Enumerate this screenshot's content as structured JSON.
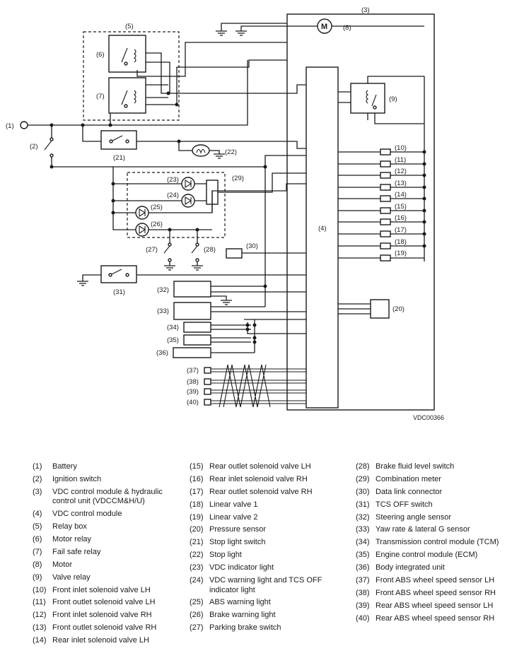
{
  "diagram": {
    "code": "VDC00366",
    "callouts": {
      "c1": "(1)",
      "c2": "(2)",
      "c3": "(3)",
      "c4": "(4)",
      "c5": "(5)",
      "c6": "(6)",
      "c7": "(7)",
      "c8": "(8)",
      "c9": "(9)",
      "c10": "(10)",
      "c11": "(11)",
      "c12": "(12)",
      "c13": "(13)",
      "c14": "(14)",
      "c15": "(15)",
      "c16": "(16)",
      "c17": "(17)",
      "c18": "(18)",
      "c19": "(19)",
      "c20": "(20)",
      "c21": "(21)",
      "c22": "(22)",
      "c23": "(23)",
      "c24": "(24)",
      "c25": "(25)",
      "c26": "(26)",
      "c27": "(27)",
      "c28": "(28)",
      "c29": "(29)",
      "c30": "(30)",
      "c31": "(31)",
      "c32": "(32)",
      "c33": "(33)",
      "c34": "(34)",
      "c35": "(35)",
      "c36": "(36)",
      "c37": "(37)",
      "c38": "(38)",
      "c39": "(39)",
      "c40": "(40)"
    },
    "motor_symbol": "M"
  },
  "legend": [
    [
      {
        "num": "(1)",
        "text": "Battery"
      },
      {
        "num": "(2)",
        "text": "Ignition switch"
      },
      {
        "num": "(3)",
        "text": "VDC control module & hydraulic control unit (VDCCM&H/U)"
      },
      {
        "num": "(4)",
        "text": "VDC control module"
      },
      {
        "num": "(5)",
        "text": "Relay box"
      },
      {
        "num": "(6)",
        "text": "Motor relay"
      },
      {
        "num": "(7)",
        "text": "Fail safe relay"
      },
      {
        "num": "(8)",
        "text": "Motor"
      },
      {
        "num": "(9)",
        "text": "Valve relay"
      },
      {
        "num": "(10)",
        "text": "Front inlet solenoid valve LH"
      },
      {
        "num": "(11)",
        "text": "Front outlet solenoid valve LH"
      },
      {
        "num": "(12)",
        "text": "Front inlet solenoid valve RH"
      },
      {
        "num": "(13)",
        "text": "Front outlet solenoid valve RH"
      },
      {
        "num": "(14)",
        "text": "Rear inlet solenoid valve LH"
      }
    ],
    [
      {
        "num": "(15)",
        "text": "Rear outlet solenoid valve LH"
      },
      {
        "num": "(16)",
        "text": "Rear inlet solenoid valve RH"
      },
      {
        "num": "(17)",
        "text": "Rear outlet solenoid valve RH"
      },
      {
        "num": "(18)",
        "text": "Linear valve 1"
      },
      {
        "num": "(19)",
        "text": "Linear valve 2"
      },
      {
        "num": "(20)",
        "text": "Pressure sensor"
      },
      {
        "num": "(21)",
        "text": "Stop light switch"
      },
      {
        "num": "(22)",
        "text": "Stop light"
      },
      {
        "num": "(23)",
        "text": "VDC indicator light"
      },
      {
        "num": "(24)",
        "text": "VDC warning light and TCS OFF indicator light"
      },
      {
        "num": "(25)",
        "text": "ABS warning light"
      },
      {
        "num": "(26)",
        "text": "Brake warning light"
      },
      {
        "num": "(27)",
        "text": "Parking brake switch"
      }
    ],
    [
      {
        "num": "(28)",
        "text": "Brake fluid level switch"
      },
      {
        "num": "(29)",
        "text": "Combination meter"
      },
      {
        "num": "(30)",
        "text": "Data link connector"
      },
      {
        "num": "(31)",
        "text": "TCS OFF switch"
      },
      {
        "num": "(32)",
        "text": "Steering angle sensor"
      },
      {
        "num": "(33)",
        "text": "Yaw rate & lateral G sensor"
      },
      {
        "num": "(34)",
        "text": "Transmission control module (TCM)"
      },
      {
        "num": "(35)",
        "text": "Engine control module (ECM)"
      },
      {
        "num": "(36)",
        "text": "Body integrated unit"
      },
      {
        "num": "(37)",
        "text": "Front ABS wheel speed sensor LH"
      },
      {
        "num": "(38)",
        "text": "Front ABS wheel speed sensor RH"
      },
      {
        "num": "(39)",
        "text": "Rear ABS wheel speed sensor LH"
      },
      {
        "num": "(40)",
        "text": "Rear ABS wheel speed sensor RH"
      }
    ]
  ]
}
